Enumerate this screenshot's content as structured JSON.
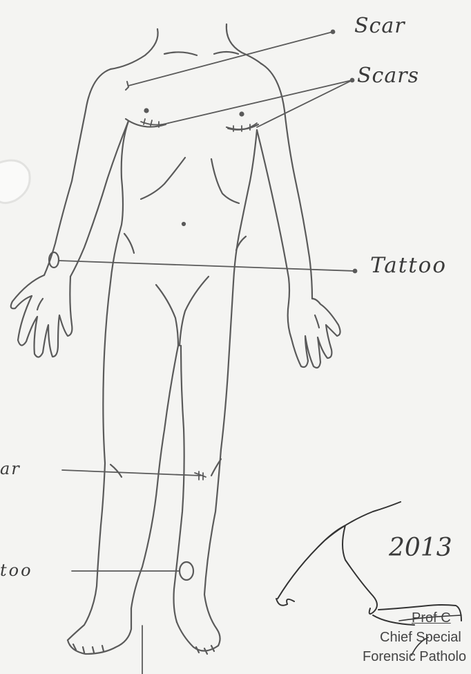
{
  "annotations": {
    "scar_top": "Scar",
    "scars_chest": "Scars",
    "tattoo_right": "Tattoo",
    "scar_left": "ar",
    "tattoo_left": "too"
  },
  "signature_block": {
    "date": "2013",
    "name": "Prof C",
    "title": "Chief Special",
    "department": "Forensic Patholo"
  },
  "colors": {
    "paper": "#f4f4f2",
    "ink": "#5a5a5a"
  }
}
